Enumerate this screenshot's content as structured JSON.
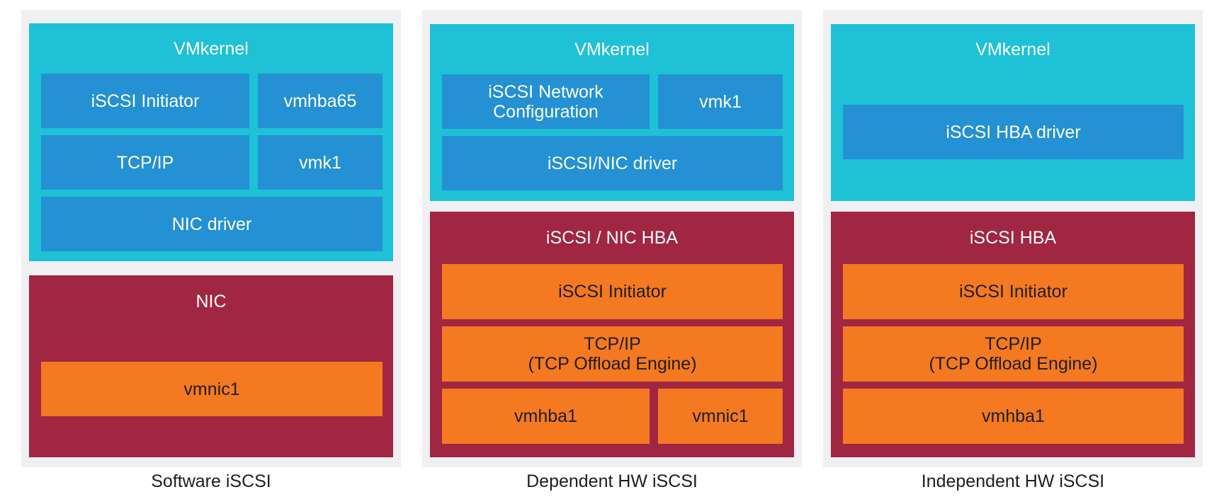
{
  "colors": {
    "background_panel": "#f0f0f2",
    "vmkernel": "#1ec1d6",
    "vmkernel_component": "#2391d3",
    "hardware": "#a12641",
    "hardware_component": "#f47920"
  },
  "columns": [
    {
      "caption": "Software iSCSI",
      "top_panel": {
        "title": "VMkernel",
        "components": [
          "iSCSI Initiator",
          "vmhba65",
          "TCP/IP",
          "vmk1",
          "NIC driver"
        ]
      },
      "bottom_panel": {
        "title": "NIC",
        "components": [
          "vmnic1"
        ]
      }
    },
    {
      "caption": "Dependent HW iSCSI",
      "top_panel": {
        "title": "VMkernel",
        "components": [
          "iSCSI Network\nConfiguration",
          "vmk1",
          "iSCSI/NIC driver"
        ]
      },
      "bottom_panel": {
        "title": "iSCSI / NIC HBA",
        "components": [
          "iSCSI Initiator",
          "TCP/IP\n(TCP Offload Engine)",
          "vmhba1",
          "vmnic1"
        ]
      }
    },
    {
      "caption": "Independent HW iSCSI",
      "top_panel": {
        "title": "VMkernel",
        "components": [
          "iSCSI HBA driver"
        ]
      },
      "bottom_panel": {
        "title": "iSCSI HBA",
        "components": [
          "iSCSI Initiator",
          "TCP/IP\n(TCP Offload Engine)",
          "vmhba1"
        ]
      }
    }
  ]
}
